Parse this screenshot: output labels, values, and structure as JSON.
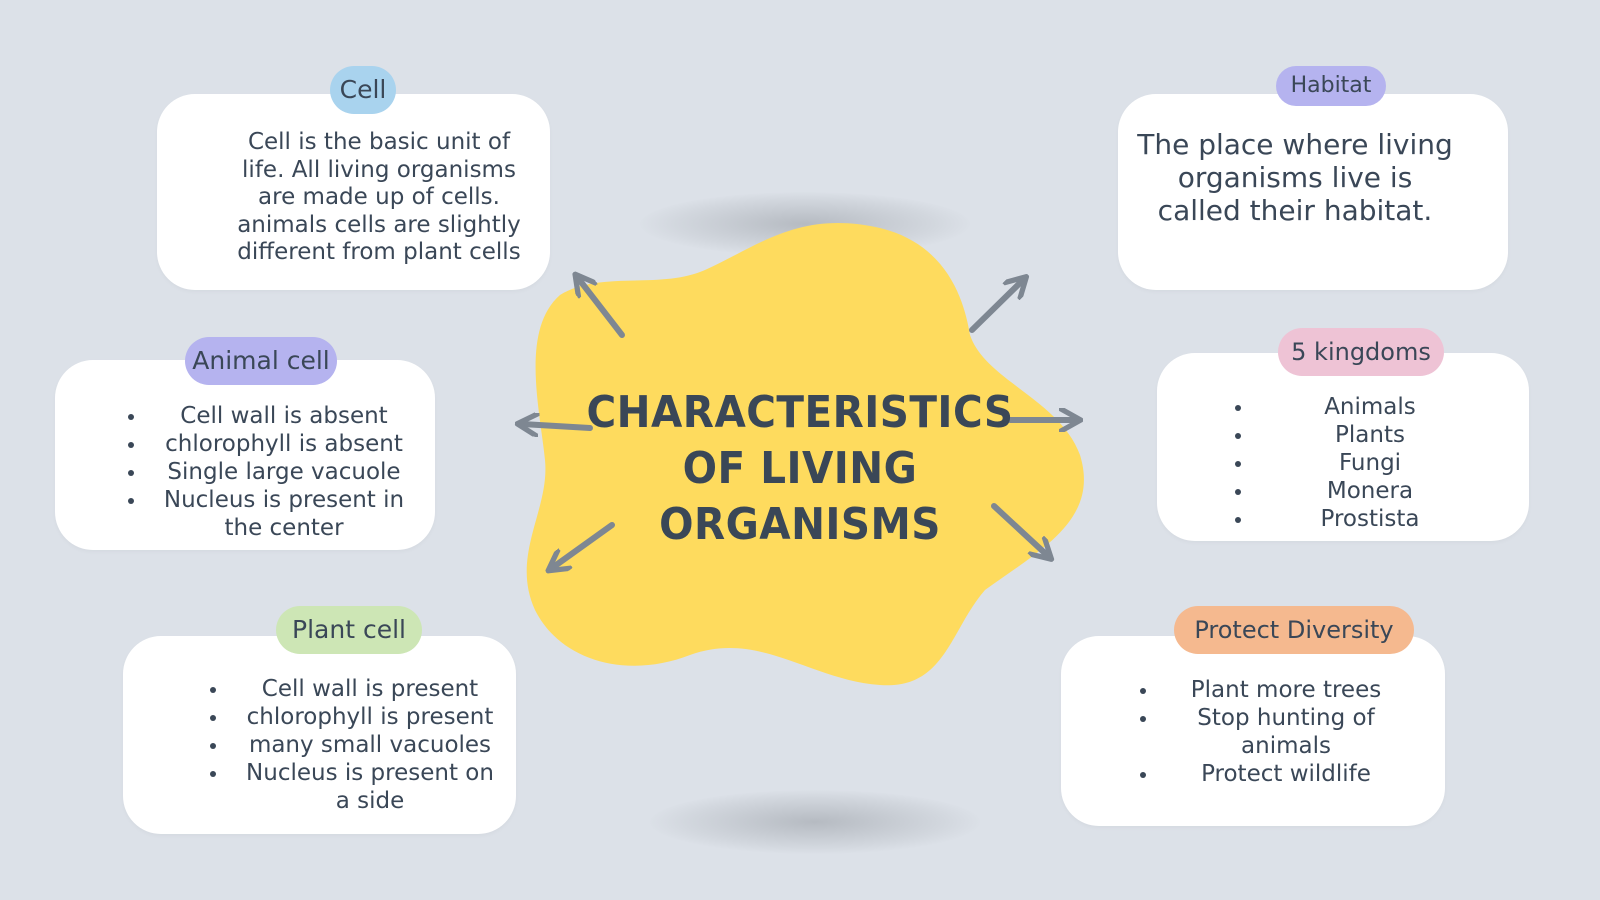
{
  "diagram": {
    "title": "CHARACTERISTICS OF LIVING ORGANISMS",
    "cards": {
      "cell": {
        "label": "Cell",
        "pill_color": "#a9d3ee",
        "text": "Cell is the basic unit of life. All living organisms are made up of cells. animals cells are slightly different from plant cells"
      },
      "habitat": {
        "label": "Habitat",
        "pill_color": "#b5b3ef",
        "text": "The place where living organisms live is called their habitat."
      },
      "animal_cell": {
        "label": "Animal cell",
        "pill_color": "#b5b3ef",
        "items": [
          "Cell wall is absent",
          "chlorophyll is absent",
          "Single large vacuole",
          "Nucleus is present in the center"
        ]
      },
      "kingdoms": {
        "label": "5 kingdoms",
        "pill_color": "#eec3d5",
        "items": [
          "Animals",
          "Plants",
          "Fungi",
          "Monera",
          "Prostista"
        ]
      },
      "plant_cell": {
        "label": "Plant cell",
        "pill_color": "#cde6b5",
        "items": [
          "Cell wall is present",
          "chlorophyll is present",
          "many small vacuoles",
          "Nucleus is present on a side"
        ]
      },
      "diversity": {
        "label": "Protect Diversity",
        "pill_color": "#f5b98f",
        "items": [
          "Plant more trees",
          "Stop hunting of animals",
          "Protect wildlife"
        ]
      }
    },
    "colors": {
      "background": "#dce1e8",
      "blob": "#fedb5e",
      "arrow": "#7e8792",
      "text": "#3a4757"
    }
  }
}
